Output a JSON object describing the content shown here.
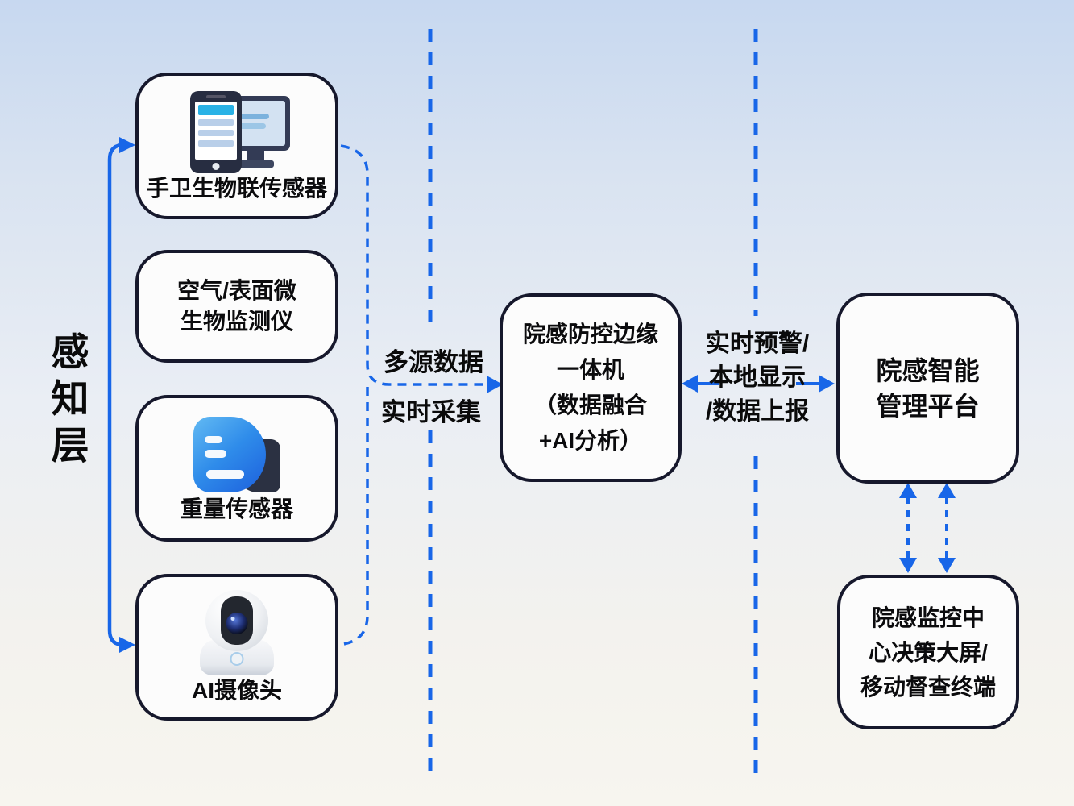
{
  "colors": {
    "accent_blue": "#1866e8",
    "box_border": "#16182c",
    "box_fill": "#fcfcfc",
    "text": "#0b0b0d"
  },
  "layer_label": {
    "text": "感知层",
    "chars": [
      "感",
      "知",
      "层"
    ]
  },
  "perception": {
    "box1": {
      "label": "手卫生物联传感器",
      "icon": "smartphone-monitor-icon"
    },
    "box2": {
      "line1": "空气/表面微",
      "line2": "生物监测仪"
    },
    "box3": {
      "label": "重量传感器",
      "icon": "weight-sensor-icon"
    },
    "box4": {
      "label": "AI摄像头",
      "icon": "ai-camera-icon"
    }
  },
  "flow_labels": {
    "collect_line1": "多源数据",
    "collect_line2": "实时采集",
    "exchange_line1": "实时预警/",
    "exchange_line2": "本地显示",
    "exchange_line3": "/数据上报"
  },
  "edge_box": {
    "line1": "院感防控边缘",
    "line2": "一体机",
    "line3": "（数据融合",
    "line4": "+AI分析）"
  },
  "platform_box": {
    "line1": "院感智能",
    "line2": "管理平台"
  },
  "center_box": {
    "line1": "院感监控中",
    "line2": "心决策大屏/",
    "line3": "移动督查终端"
  }
}
